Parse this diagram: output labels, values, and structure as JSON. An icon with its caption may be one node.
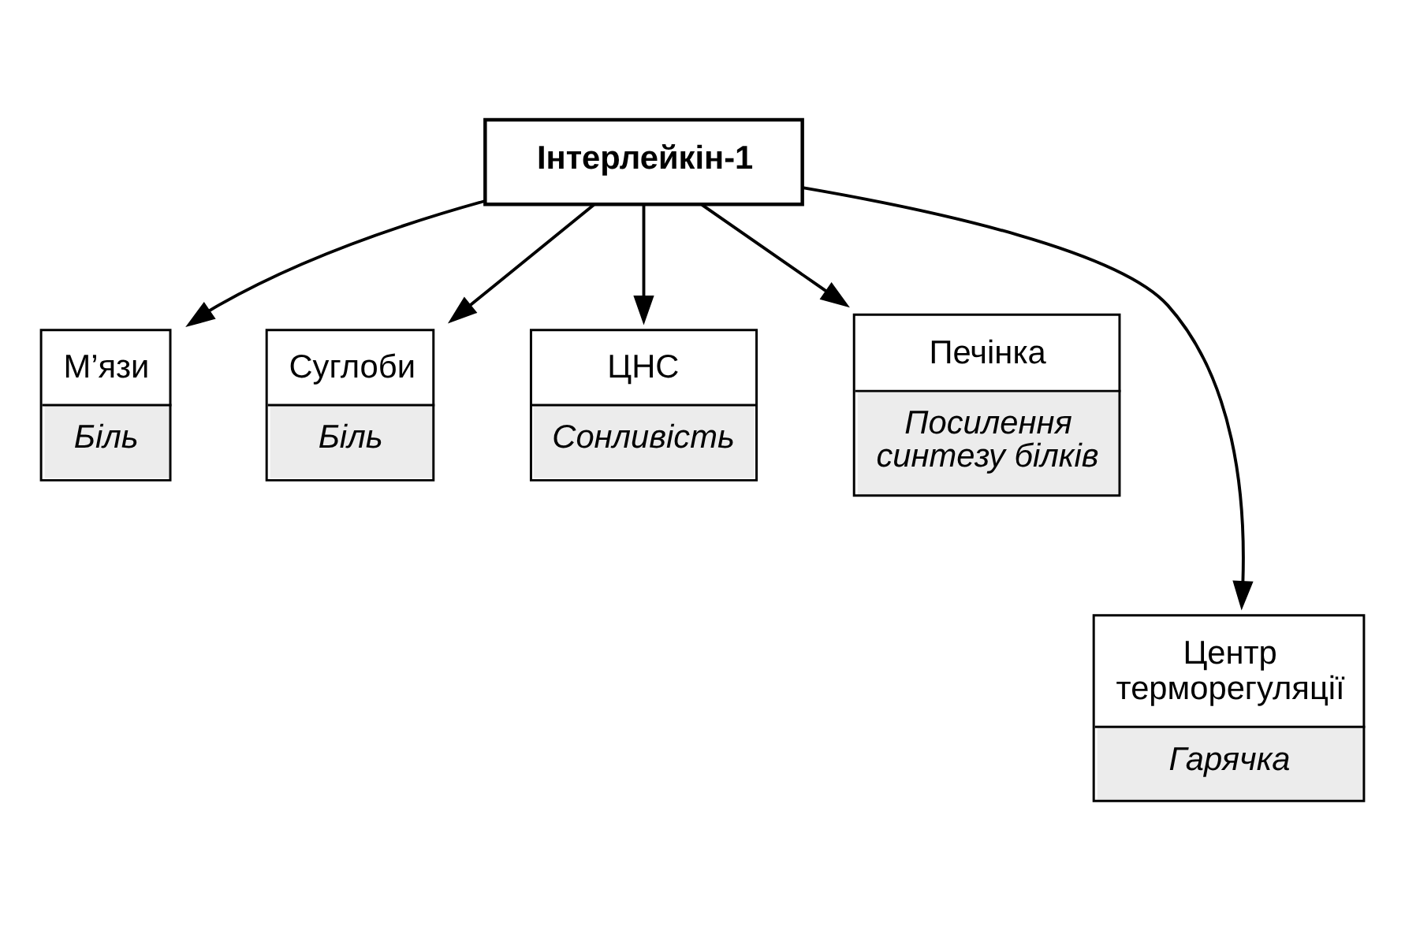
{
  "diagram": {
    "nodes": [
      {
        "text": [
          "Інтерлейкін-1"
        ]
      },
      {
        "text": [
          "М’язи",
          "Біль"
        ]
      },
      {
        "text": [
          "Суглоби",
          "Біль"
        ]
      },
      {
        "text": [
          "ЦНС",
          "Сонливість"
        ]
      },
      {
        "text": [
          "Печінка",
          "Посилення синтезу білків"
        ]
      },
      {
        "text": [
          "Центр терморегуляції",
          "Гарячка"
        ]
      }
    ],
    "edges": [
      {
        "from": 0,
        "to": 1,
        "arrow": "to"
      },
      {
        "from": 0,
        "to": 2,
        "arrow": "to"
      },
      {
        "from": 0,
        "to": 3,
        "arrow": "to"
      },
      {
        "from": 0,
        "to": 4,
        "arrow": "to"
      },
      {
        "from": 0,
        "to": 5,
        "arrow": "to"
      }
    ]
  }
}
